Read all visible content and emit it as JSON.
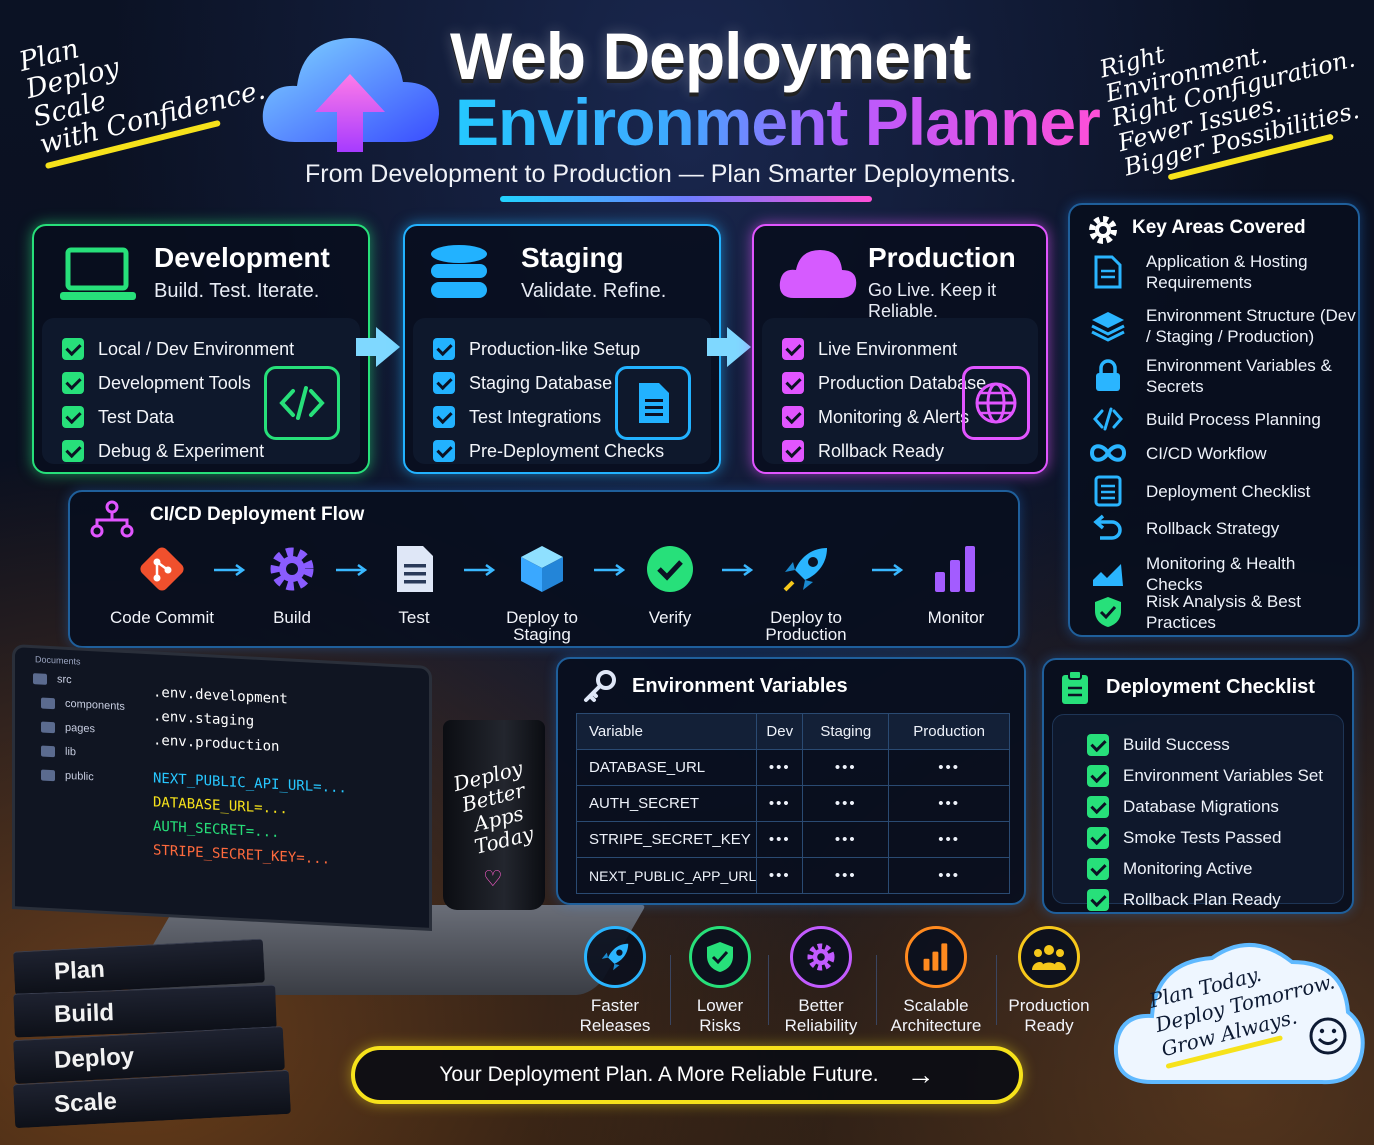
{
  "header": {
    "title_line1": "Web Deployment",
    "title_line2": "Environment Planner",
    "subtitle": "From Development to Production — Plan Smarter Deployments.",
    "left_note": [
      "Plan",
      "Deploy",
      "Scale",
      "with Confidence."
    ],
    "right_note": [
      "Right",
      "Environment.",
      "Right Configuration.",
      "Fewer Issues.",
      "Bigger Possibilities."
    ]
  },
  "environments": [
    {
      "title": "Development",
      "subtitle": "Build. Test. Iterate.",
      "color": "#27e07a",
      "icon": "laptop-icon",
      "side_icon": "code-icon",
      "items": [
        "Local / Dev Environment",
        "Development Tools",
        "Test Data",
        "Debug & Experiment"
      ]
    },
    {
      "title": "Staging",
      "subtitle": "Validate. Refine.",
      "color": "#22b2ff",
      "icon": "database-icon",
      "side_icon": "document-icon",
      "items": [
        "Production-like Setup",
        "Staging Database",
        "Test Integrations",
        "Pre-Deployment Checks"
      ]
    },
    {
      "title": "Production",
      "subtitle": "Go Live. Keep it Reliable.",
      "color": "#e155ff",
      "icon": "cloud-icon",
      "side_icon": "globe-icon",
      "items": [
        "Live Environment",
        "Production Database",
        "Monitoring & Alerts",
        "Rollback Ready"
      ]
    }
  ],
  "key_areas": {
    "title": "Key Areas Covered",
    "items": [
      {
        "label": "Application & Hosting Requirements",
        "icon": "document-icon"
      },
      {
        "label": "Environment Structure (Dev / Staging / Production)",
        "icon": "layers-icon"
      },
      {
        "label": "Environment Variables & Secrets",
        "icon": "lock-icon"
      },
      {
        "label": "Build Process Planning",
        "icon": "code-icon"
      },
      {
        "label": "CI/CD Workflow",
        "icon": "infinity-icon"
      },
      {
        "label": "Deployment Checklist",
        "icon": "list-icon"
      },
      {
        "label": "Rollback Strategy",
        "icon": "undo-icon"
      },
      {
        "label": "Monitoring & Health Checks",
        "icon": "chart-icon"
      },
      {
        "label": "Risk Analysis & Best Practices",
        "icon": "shield-icon"
      }
    ]
  },
  "cicd": {
    "title": "CI/CD Deployment Flow",
    "steps": [
      {
        "label": "Code Commit",
        "icon": "git-icon",
        "color": "#f0502d"
      },
      {
        "label": "Build",
        "icon": "gear-icon",
        "color": "#8a5cff"
      },
      {
        "label": "Test",
        "icon": "document-icon",
        "color": "#dfe7f7"
      },
      {
        "label": "Deploy to Staging",
        "icon": "cube-icon",
        "color": "#4fc3ff"
      },
      {
        "label": "Verify",
        "icon": "check-circle-icon",
        "color": "#27e07a"
      },
      {
        "label": "Deploy to Production",
        "icon": "rocket-icon",
        "color": "#2ab5ff"
      },
      {
        "label": "Monitor",
        "icon": "bar-chart-icon",
        "color": "#a35cff"
      }
    ]
  },
  "laptop": {
    "window_title": "Documents",
    "folders": [
      "src",
      "components",
      "pages",
      "lib",
      "public"
    ],
    "files": [
      ".env.development",
      ".env.staging",
      ".env.production"
    ],
    "code": [
      {
        "text": "NEXT_PUBLIC_API_URL=...",
        "color": "#27c7ff"
      },
      {
        "text": "DATABASE_URL=...",
        "color": "#f6e21b"
      },
      {
        "text": "AUTH_SECRET=...",
        "color": "#27e07a"
      },
      {
        "text": "STRIPE_SECRET_KEY=...",
        "color": "#ff6a3d"
      }
    ]
  },
  "mug_text": "Deploy Better Apps Today",
  "books": [
    "Plan",
    "Build",
    "Deploy",
    "Scale"
  ],
  "env_vars": {
    "title": "Environment Variables",
    "headers": [
      "Variable",
      "Dev",
      "Staging",
      "Production"
    ],
    "rows": [
      [
        "DATABASE_URL",
        "•••",
        "•••",
        "•••"
      ],
      [
        "AUTH_SECRET",
        "•••",
        "•••",
        "•••"
      ],
      [
        "STRIPE_SECRET_KEY",
        "•••",
        "•••",
        "•••"
      ],
      [
        "NEXT_PUBLIC_APP_URL",
        "•••",
        "•••",
        "•••"
      ]
    ]
  },
  "checklist": {
    "title": "Deployment Checklist",
    "items": [
      "Build Success",
      "Environment Variables Set",
      "Database Migrations",
      "Smoke Tests Passed",
      "Monitoring Active",
      "Rollback Plan Ready"
    ]
  },
  "benefits": [
    {
      "label": "Faster Releases",
      "icon": "rocket-icon",
      "color": "#2ab5ff"
    },
    {
      "label": "Lower Risks",
      "icon": "shield-icon",
      "color": "#27e07a"
    },
    {
      "label": "Better Reliability",
      "icon": "gear-icon",
      "color": "#c25bff"
    },
    {
      "label": "Scalable Architecture",
      "icon": "bar-chart-icon",
      "color": "#ff8a1f"
    },
    {
      "label": "Production Ready",
      "icon": "team-icon",
      "color": "#f6c81b"
    }
  ],
  "cta": {
    "label": "Your Deployment Plan. A More Reliable Future."
  },
  "cloud_note": [
    "Plan Today.",
    "Deploy Tomorrow.",
    "Grow Always."
  ]
}
